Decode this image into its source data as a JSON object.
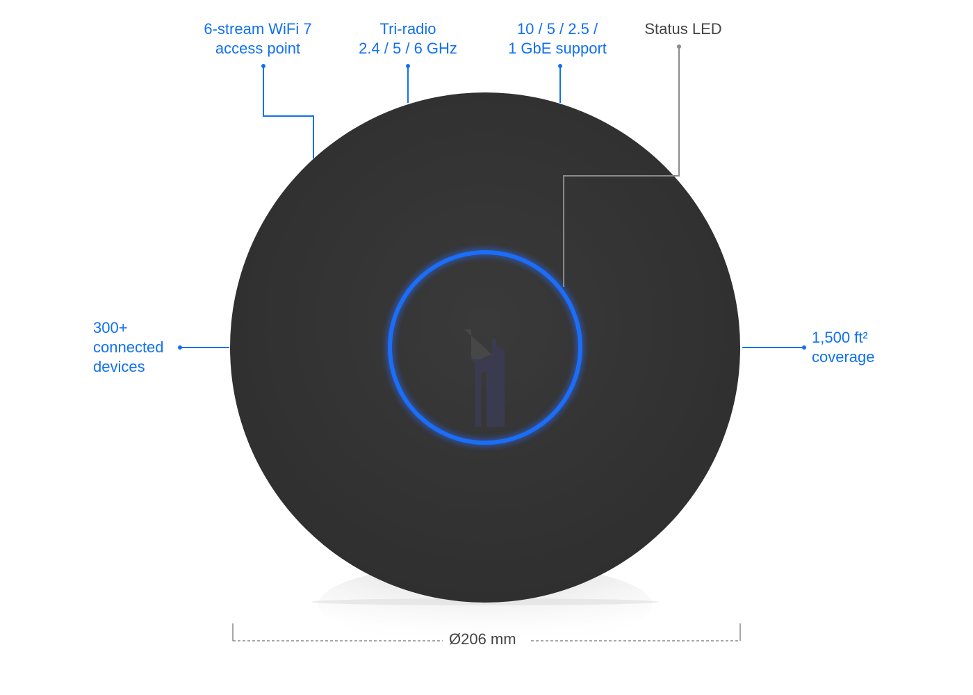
{
  "callouts": {
    "wifi": {
      "line1": "6-stream WiFi 7",
      "line2": "access point"
    },
    "radio": {
      "line1": "Tri-radio",
      "line2": "2.4 / 5 / 6 GHz"
    },
    "ethernet": {
      "line1": "10 / 5 / 2.5 /",
      "line2": "1 GbE support"
    },
    "led": {
      "line1": "Status LED"
    },
    "devices": {
      "line1": "300+",
      "line2": "connected",
      "line3": "devices"
    },
    "coverage": {
      "line1": "1,500 ft²",
      "line2": "coverage"
    }
  },
  "dimension": {
    "label": "Ø206 mm"
  },
  "colors": {
    "accent": "#1170f0",
    "device": "#363636",
    "led_ring": "#1a6ef8",
    "leader_gray": "#8a8a8a"
  }
}
